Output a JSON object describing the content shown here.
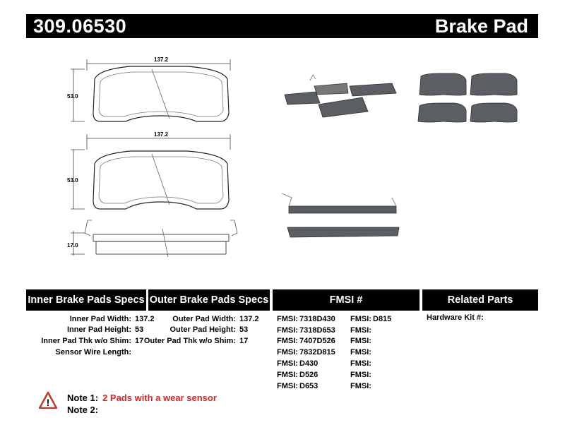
{
  "header": {
    "part_number": "309.06530",
    "title": "Brake Pad"
  },
  "drawing": {
    "top_width": "137.2",
    "top_height": "53.0",
    "mid_width": "137.2",
    "mid_height": "53.0",
    "thickness": "17.0"
  },
  "specs": {
    "inner": {
      "heading": "Inner Brake Pads Specs",
      "rows": [
        {
          "label": "Inner Pad Width:",
          "value": "137.2"
        },
        {
          "label": "Inner Pad Height:",
          "value": "53"
        },
        {
          "label": "Inner Pad Thk w/o Shim:",
          "value": "17"
        },
        {
          "label": "Sensor Wire Length:",
          "value": ""
        }
      ]
    },
    "outer": {
      "heading": "Outer Brake Pads Specs",
      "rows": [
        {
          "label": "Outer Pad Width:",
          "value": "137.2"
        },
        {
          "label": "Outer Pad Height:",
          "value": "53"
        },
        {
          "label": "Outer Pad Thk w/o Shim:",
          "value": "17"
        }
      ]
    },
    "fmsi": {
      "heading": "FMSI #",
      "key": "FMSI:",
      "left": [
        "7318D430",
        "7318D653",
        "7407D526",
        "7832D815",
        "D430",
        "D526",
        "D653"
      ],
      "right": [
        "D815",
        "",
        "",
        "",
        "",
        "",
        ""
      ]
    },
    "related": {
      "heading": "Related Parts",
      "label": "Hardware Kit #:",
      "value": ""
    }
  },
  "notes": {
    "note1_label": "Note 1:",
    "note1_value": "2 Pads with a wear sensor",
    "note2_label": "Note 2:",
    "note2_value": "",
    "warn_glyph": "!"
  },
  "colors": {
    "header_bg": "#000000",
    "note_red": "#d7262b",
    "pad_gray": "#5b5f63"
  }
}
